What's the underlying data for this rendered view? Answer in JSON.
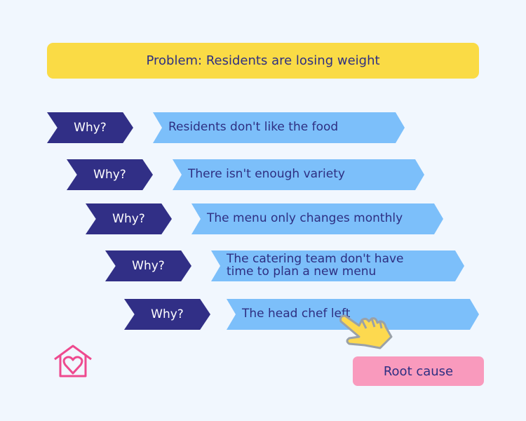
{
  "problem": "Problem: Residents are losing weight",
  "rows": [
    {
      "why": "Why?",
      "answer": "Residents don't like the food"
    },
    {
      "why": "Why?",
      "answer": "There isn't enough variety"
    },
    {
      "why": "Why?",
      "answer": "The menu only changes monthly"
    },
    {
      "why": "Why?",
      "answer": "The catering team don't have time to plan a new menu"
    },
    {
      "why": "Why?",
      "answer": "The head chef left"
    }
  ],
  "root_cause": "Root cause",
  "icons": {
    "pointer": "pointing-hand-icon",
    "logo": "house-heart-icon"
  },
  "colors": {
    "problem": "#fadb45",
    "why": "#312f86",
    "answer": "#7cbffa",
    "root": "#f99abd",
    "text": "#2e2f82"
  }
}
